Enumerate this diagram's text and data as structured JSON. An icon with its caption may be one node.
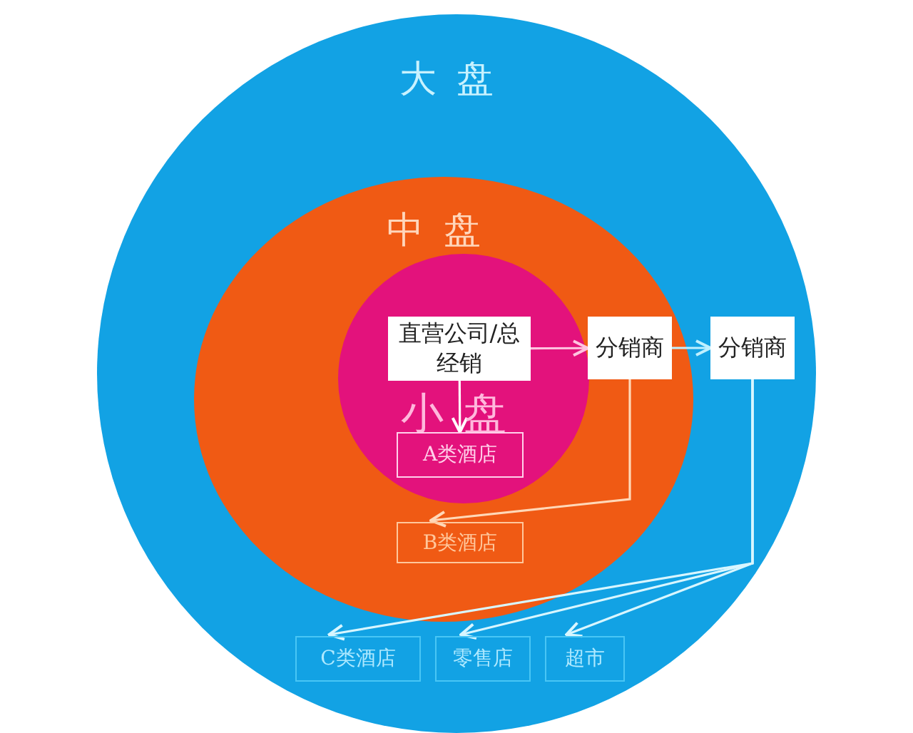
{
  "diagram": {
    "nodes": [
      {
        "text": [
          "大盘"
        ]
      },
      {
        "text": [
          "中盘"
        ],
        "in": 0
      },
      {
        "text": [
          "小盘"
        ],
        "in": 1
      },
      {
        "text": [
          "直营公司/总经销"
        ],
        "in": 2
      },
      {
        "text": [
          "A类酒店"
        ],
        "in": 2
      },
      {
        "text": [
          "分销商"
        ],
        "in": 1
      },
      {
        "text": [
          "分销商"
        ],
        "in": 0
      },
      {
        "text": [
          "B类酒店"
        ],
        "in": 1
      },
      {
        "text": [
          "C类酒店"
        ],
        "in": 0
      },
      {
        "text": [
          "零售店"
        ],
        "in": 0
      },
      {
        "text": [
          "超市"
        ],
        "in": 0
      }
    ],
    "edges": [
      {
        "from": 3,
        "to": 5,
        "arrow": "to"
      },
      {
        "from": 5,
        "to": 6,
        "arrow": "to"
      },
      {
        "from": 3,
        "to": 4,
        "arrow": "to"
      },
      {
        "from": 5,
        "to": 7,
        "arrow": "to"
      },
      {
        "from": 6,
        "to": 8,
        "arrow": "to"
      },
      {
        "from": 6,
        "to": 9,
        "arrow": "to"
      },
      {
        "from": 6,
        "to": 10,
        "arrow": "to"
      }
    ]
  }
}
